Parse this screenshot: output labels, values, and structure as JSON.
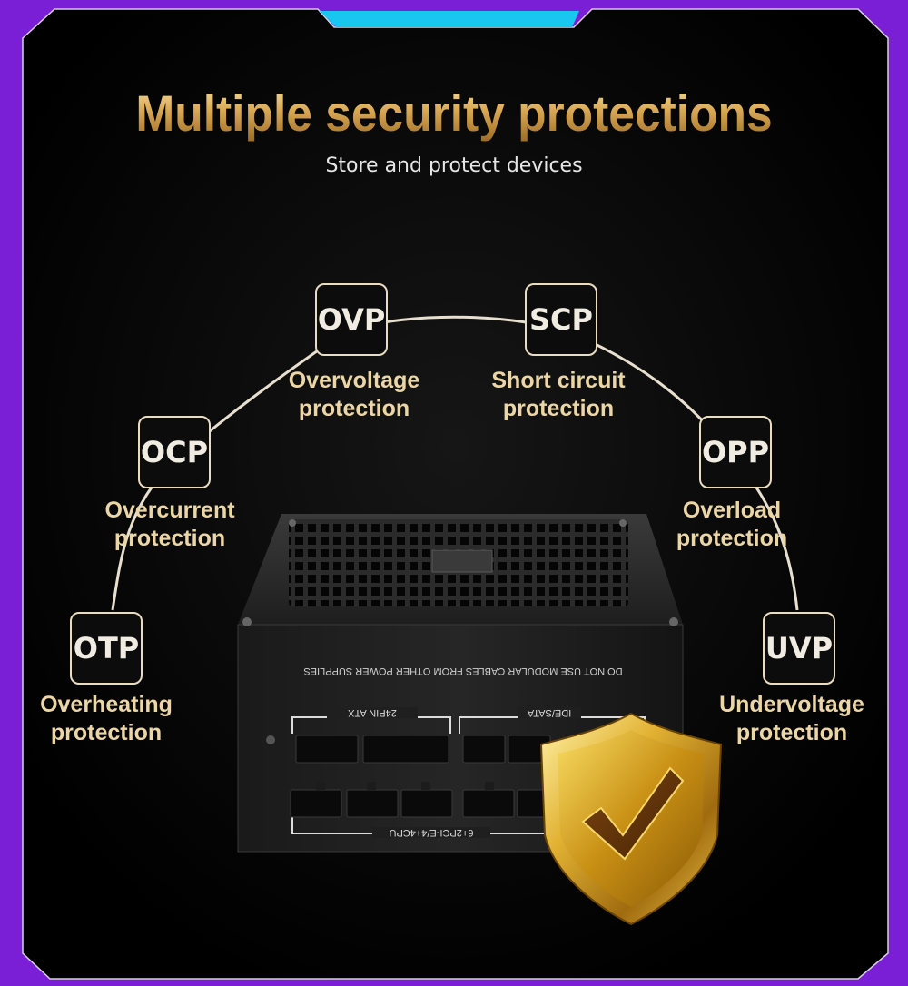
{
  "header": {
    "title": "Multiple security protections",
    "subtitle": "Store and protect devices"
  },
  "protections": [
    {
      "code": "OVP",
      "label_line1": "Overvoltage",
      "label_line2": "protection"
    },
    {
      "code": "SCP",
      "label_line1": "Short circuit",
      "label_line2": "protection"
    },
    {
      "code": "OCP",
      "label_line1": "Overcurrent",
      "label_line2": "protection"
    },
    {
      "code": "OPP",
      "label_line1": "Overload",
      "label_line2": "protection"
    },
    {
      "code": "OTP",
      "label_line1": "Overheating",
      "label_line2": "protection"
    },
    {
      "code": "UVP",
      "label_line1": "Undervoltage",
      "label_line2": "protection"
    }
  ],
  "psu": {
    "warning_text": "DO NOT USE MODULAR CABLES FROM   OTHER POWER SUPPLIES",
    "port_label_atx": "24PIN ATX",
    "port_label_sata": "IDE/SATA",
    "port_label_cpu": "6+2PCI-E/4+4CPU"
  },
  "colors": {
    "frame": "#7a1fd6",
    "accent_cyan": "#19c6ef",
    "background": "#000000",
    "gold": "#d9a955"
  }
}
